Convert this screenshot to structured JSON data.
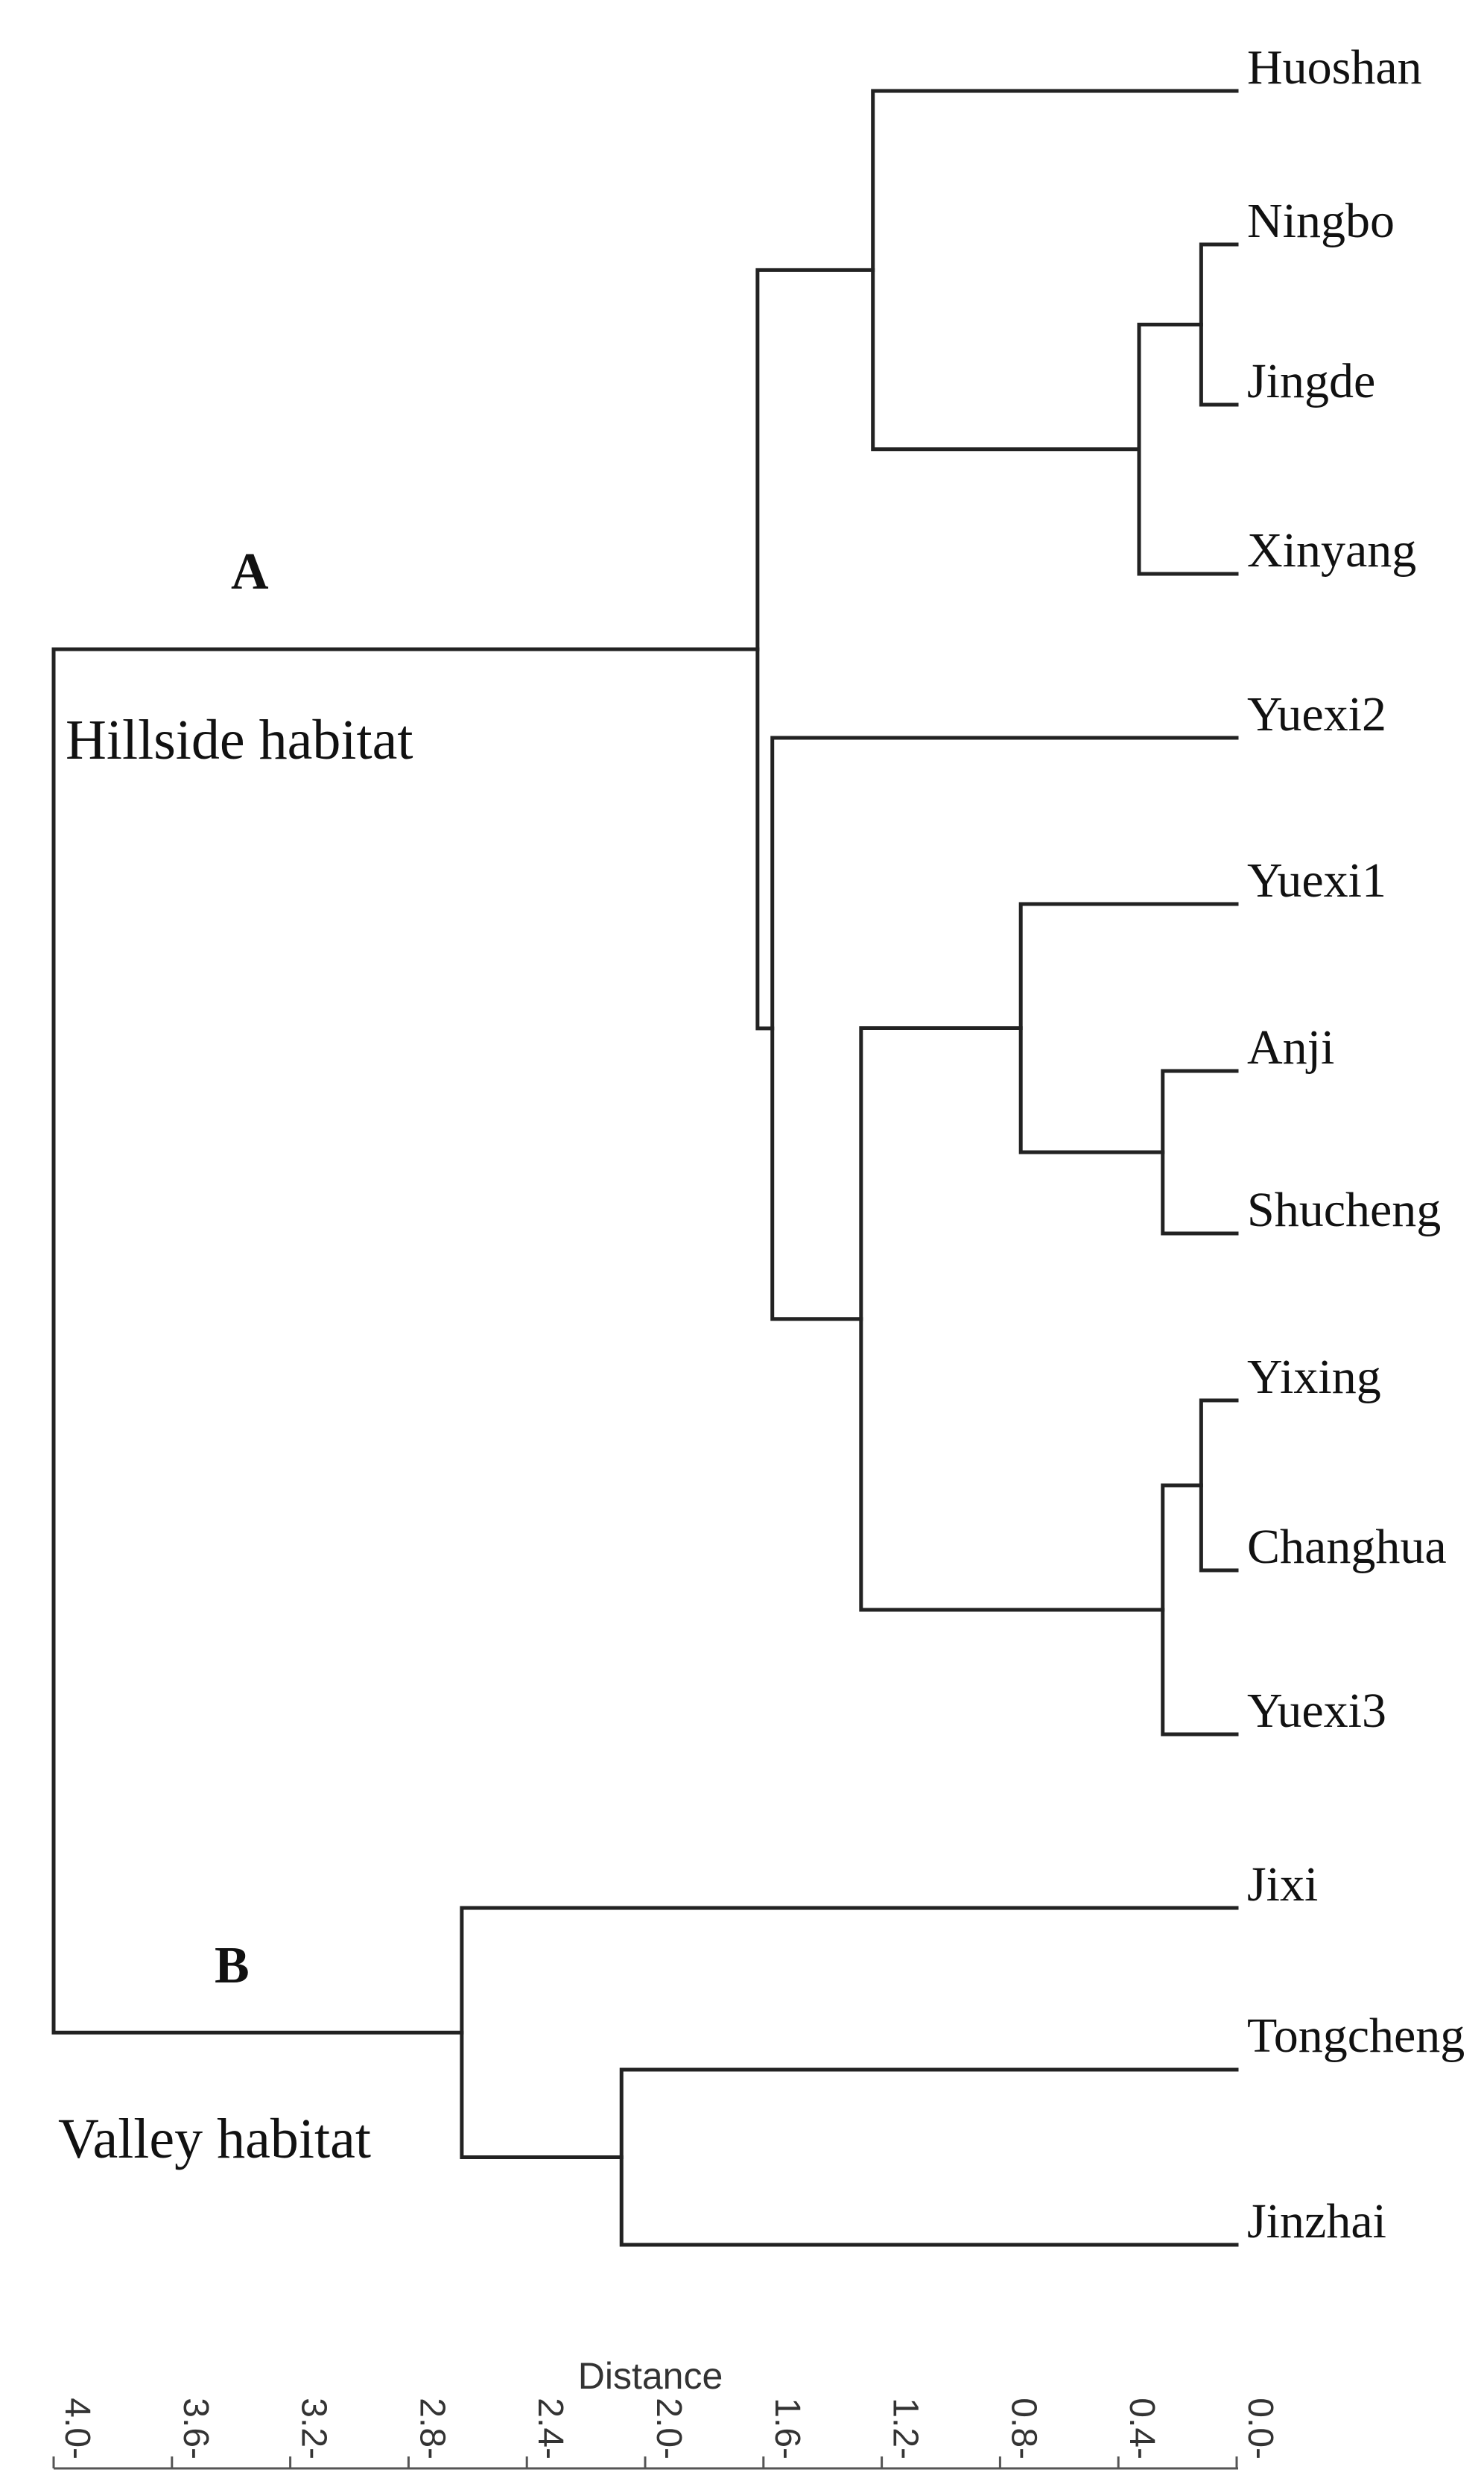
{
  "chart_data": {
    "type": "dendrogram",
    "axis": {
      "title": "Distance",
      "ticks": [
        "4.0",
        "3.6",
        "3.2",
        "2.8",
        "2.4",
        "2.0",
        "1.6",
        "1.2",
        "0.8",
        "0.4",
        "0.0"
      ],
      "range": [
        4.0,
        0.0
      ]
    },
    "groups": [
      {
        "letter": "A",
        "name": "Hillside habitat"
      },
      {
        "letter": "B",
        "name": "Valley habitat"
      }
    ],
    "leaves": [
      "Huoshan",
      "Ningbo",
      "Jingde",
      "Xinyang",
      "Yuexi2",
      "Yuexi1",
      "Anji",
      "Shucheng",
      "Yixing",
      "Changhua",
      "Yuexi3",
      "Jixi",
      "Tongcheng",
      "Jinzhai"
    ],
    "merges": [
      {
        "children": [
          "Ningbo",
          "Jingde"
        ],
        "height": 0.12
      },
      {
        "children": [
          "Yixing",
          "Changhua"
        ],
        "height": 0.12
      },
      {
        "children": [
          "Anji",
          "Shucheng"
        ],
        "height": 0.25
      },
      {
        "children": [
          [
            "Yixing",
            "Changhua"
          ],
          "Yuexi3"
        ],
        "height": 0.25
      },
      {
        "children": [
          [
            "Ningbo",
            "Jingde"
          ],
          "Xinyang"
        ],
        "height": 0.33
      },
      {
        "children": [
          "Yuexi1",
          [
            "Anji",
            "Shucheng"
          ]
        ],
        "height": 0.73
      },
      {
        "children": [
          "Huoshan",
          [
            [
              "Ningbo",
              "Jingde"
            ],
            "Xinyang"
          ]
        ],
        "height": 1.23
      },
      {
        "children": [
          [
            "Yuexi1",
            [
              "Anji",
              "Shucheng"
            ]
          ],
          [
            [
              "Yixing",
              "Changhua"
            ],
            "Yuexi3"
          ]
        ],
        "height": 1.27
      },
      {
        "children": [
          "Yuexi2",
          "Yuexi1-to-Yuexi3 cluster"
        ],
        "height": 1.57
      },
      {
        "children": [
          "Huoshan-to-Xinyang cluster",
          "Yuexi2-to-Yuexi3 cluster"
        ],
        "height": 1.62
      },
      {
        "children": [
          "Tongcheng",
          "Jinzhai"
        ],
        "height": 2.08
      },
      {
        "children": [
          "Jixi",
          [
            "Tongcheng",
            "Jinzhai"
          ]
        ],
        "height": 2.62
      },
      {
        "children": [
          "Group A",
          "Group B"
        ],
        "height": 4.0
      }
    ]
  }
}
